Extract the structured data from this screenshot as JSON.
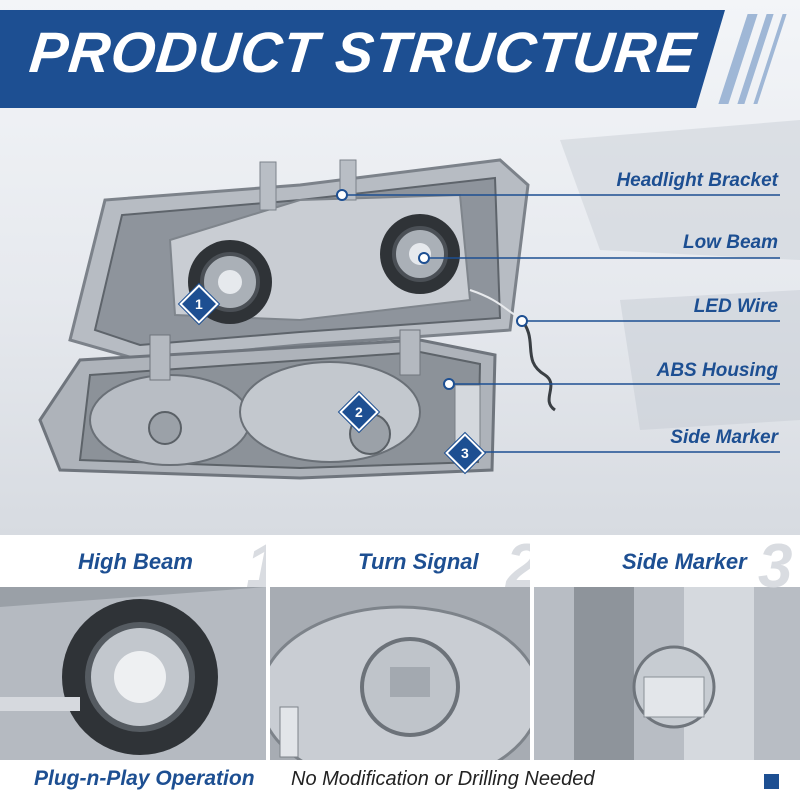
{
  "banner": {
    "title": "PRODUCT STRUCTURE"
  },
  "callouts": [
    {
      "label": "Headlight Bracket"
    },
    {
      "label": "Low Beam"
    },
    {
      "label": "LED Wire"
    },
    {
      "label": "ABS Housing"
    },
    {
      "label": "Side Marker"
    }
  ],
  "badges": [
    "1",
    "2",
    "3"
  ],
  "features": [
    {
      "label": "High Beam",
      "number": "1"
    },
    {
      "label": "Turn Signal",
      "number": "2"
    },
    {
      "label": "Side Marker",
      "number": "3"
    }
  ],
  "footer": {
    "headline": "Plug-n-Play Operation",
    "text": "No Modification or Drilling Needed"
  },
  "colors": {
    "brand_blue": "#1d4f92",
    "light_blue": "#9fb7d6",
    "chrome": "#c9cdd3"
  },
  "icons": [
    "diamond-number-badge-icon",
    "blue-square-icon"
  ]
}
